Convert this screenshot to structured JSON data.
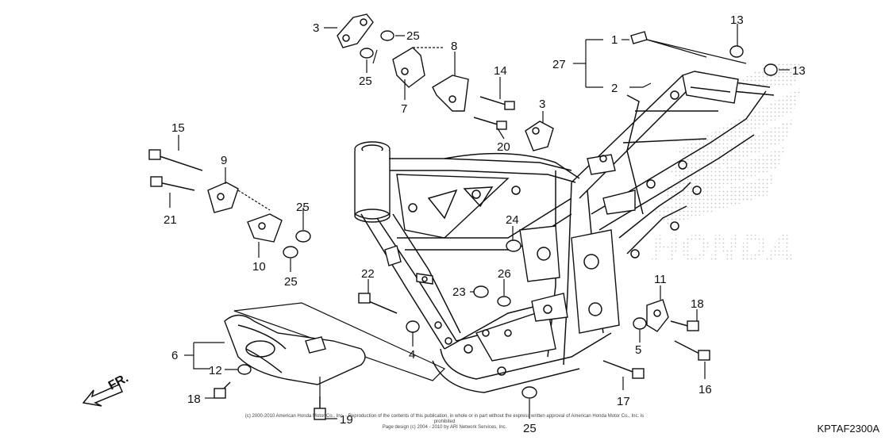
{
  "diagram": {
    "code": "KPTAF2300A",
    "direction_label": "FR.",
    "brand_watermark": "HONDA",
    "copyright_line1": "(c) 2000-2010 American Honda Motor Co., Inc. - Reproduction of the contents of this publication, in whole or in part without the express written approval of American Honda Motor Co., Inc. is prohibited",
    "copyright_line2": "Page design (c) 2004 - 2010 by ARI Network Services, Inc.",
    "callouts": [
      "1",
      "2",
      "3",
      "3",
      "4",
      "5",
      "6",
      "7",
      "8",
      "9",
      "10",
      "11",
      "12",
      "13",
      "13",
      "14",
      "15",
      "16",
      "17",
      "18",
      "18",
      "19",
      "20",
      "21",
      "22",
      "23",
      "24",
      "25",
      "25",
      "25",
      "25",
      "25",
      "26",
      "27"
    ]
  },
  "colors": {
    "line": "#111111",
    "watermark": "#b8b8b8"
  }
}
